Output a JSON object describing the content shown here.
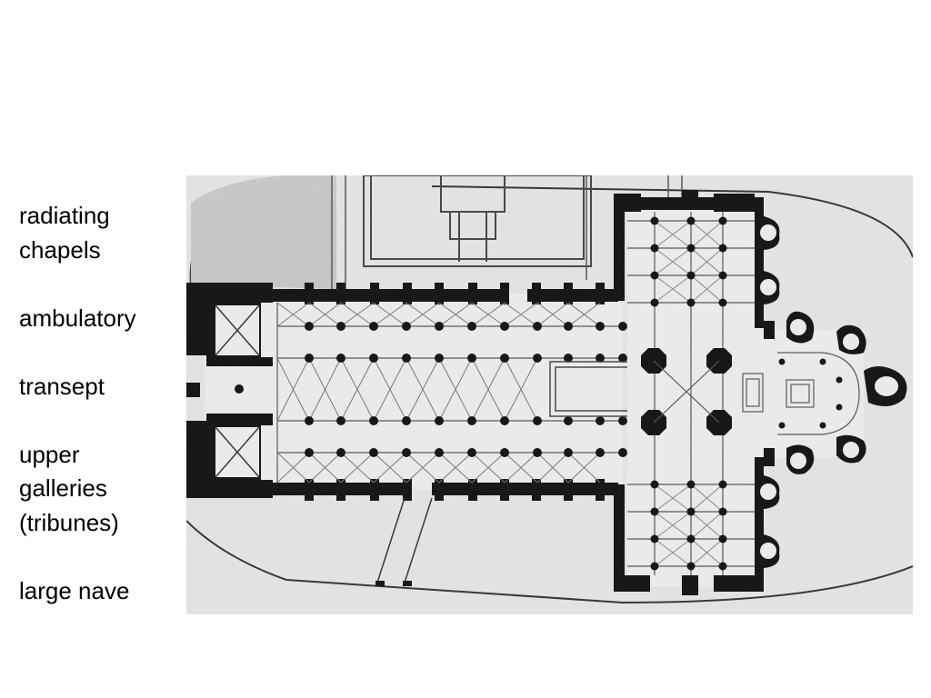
{
  "labels": [
    "radiating\nchapels",
    "ambulatory",
    "transept",
    "upper\ngalleries\n(tribunes)",
    "large nave"
  ],
  "plan": {
    "image": "cathedral-floor-plan",
    "style": "black-and-white architectural drawing"
  },
  "colors": {
    "background": "#ffffff",
    "text": "#000000",
    "plan_paper": "#e6e6e6",
    "plan_ink": "#111111"
  }
}
